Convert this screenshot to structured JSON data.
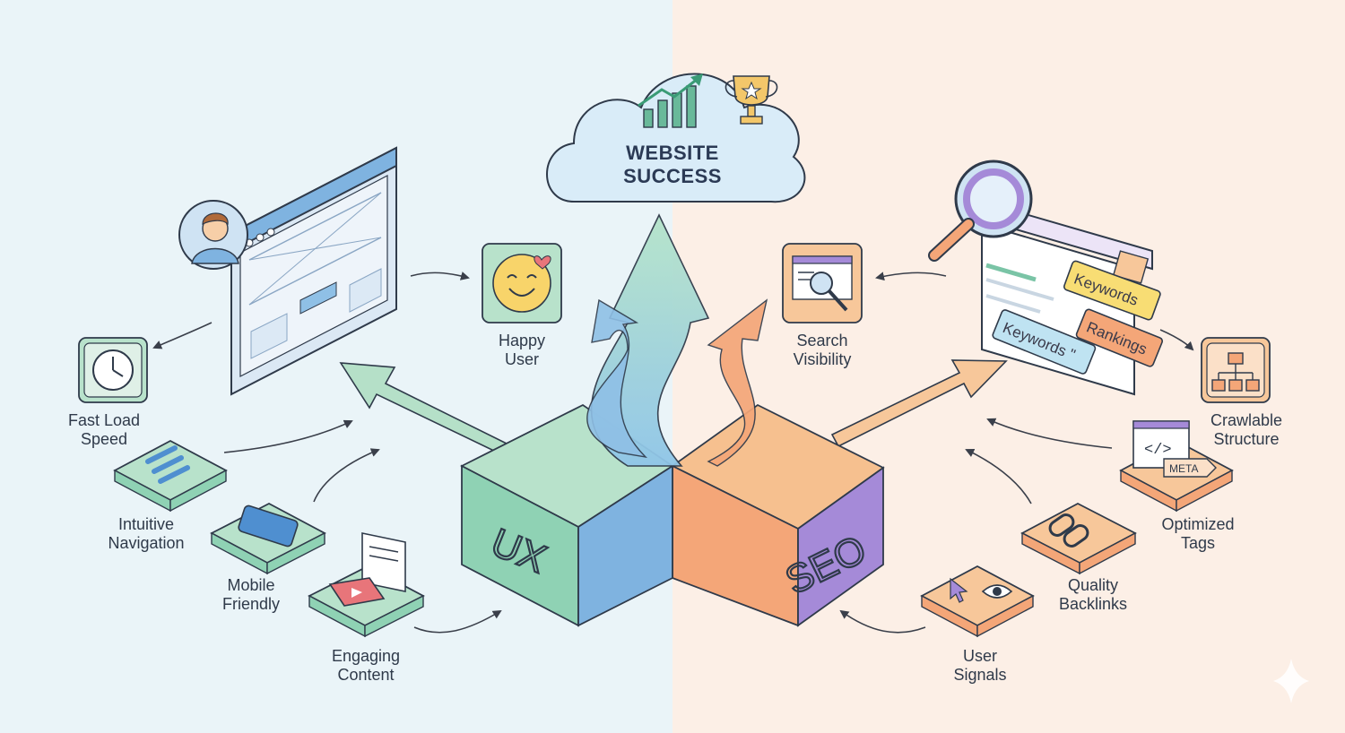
{
  "center": {
    "goal_line1": "WEBSITE",
    "goal_line2": "SUCCESS",
    "ux_label": "UX",
    "seo_label": "SEO"
  },
  "ux_side": {
    "happy_user": [
      "Happy",
      "User"
    ],
    "fast_load": [
      "Fast Load",
      "Speed"
    ],
    "navigation": [
      "Intuitive",
      "Navigation"
    ],
    "mobile": [
      "Mobile",
      "Friendly"
    ],
    "content": [
      "Engaging",
      "Content"
    ]
  },
  "seo_side": {
    "visibility": [
      "Search",
      "Visibility"
    ],
    "crawlable": [
      "Crawlable",
      "Structure"
    ],
    "tags": [
      "Optimized",
      "Tags"
    ],
    "backlinks": [
      "Quality",
      "Backlinks"
    ],
    "signals": [
      "User",
      "Signals"
    ],
    "tag_keywords": "Keywords",
    "tag_rankings": "Rankings",
    "tag_keywords_quote": "Keywords \"",
    "meta_tag": "META"
  },
  "colors": {
    "ux_green": "#9fd8bf",
    "ux_blue": "#7fb3e0",
    "seo_orange": "#f4a678",
    "seo_purple": "#a58ad8",
    "bg_left": "#eaf4f8",
    "bg_right": "#fcefe6"
  }
}
